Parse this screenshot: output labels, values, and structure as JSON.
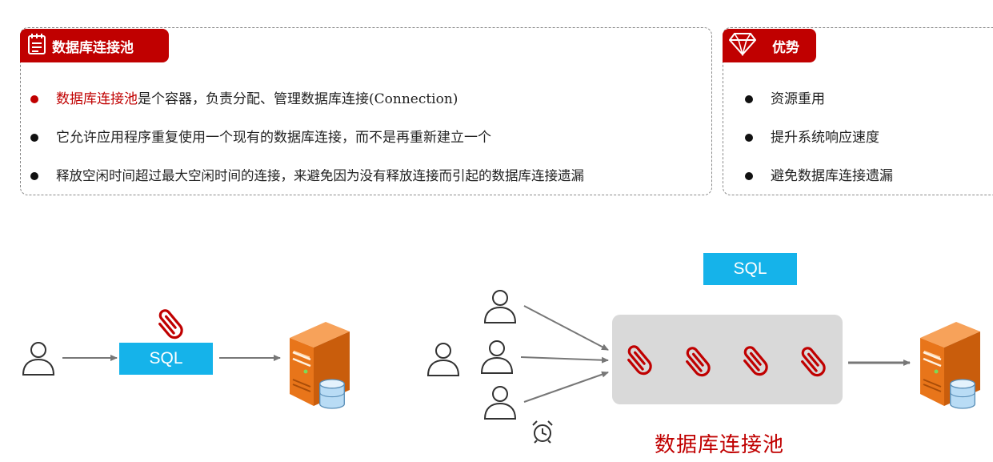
{
  "left_panel": {
    "title": "数据库连接池",
    "bullets": [
      {
        "highlight": "数据库连接池",
        "text": "是个容器，负责分配、管理数据库连接(Connection)"
      },
      {
        "highlight": "",
        "text": "它允许应用程序重复使用一个现有的数据库连接，而不是再重新建立一个"
      },
      {
        "highlight": "",
        "text": "释放空闲时间超过最大空闲时间的连接，来避免因为没有释放连接而引起的数据库连接遗漏"
      }
    ]
  },
  "right_panel": {
    "title": "优势",
    "bullets": [
      "资源重用",
      "提升系统响应速度",
      "避免数据库连接遗漏"
    ]
  },
  "diagram": {
    "sql_label_left": "SQL",
    "sql_label_right": "SQL",
    "pool_label": "数据库连接池",
    "colors": {
      "accent": "#c00000",
      "sql": "#15b3ea",
      "pool": "#d9d9d9",
      "server": "#e8751a"
    },
    "icons": [
      "user-icon",
      "paperclip-icon",
      "server-icon",
      "database-icon",
      "alarm-clock-icon",
      "notepad-icon",
      "diamond-icon"
    ]
  }
}
